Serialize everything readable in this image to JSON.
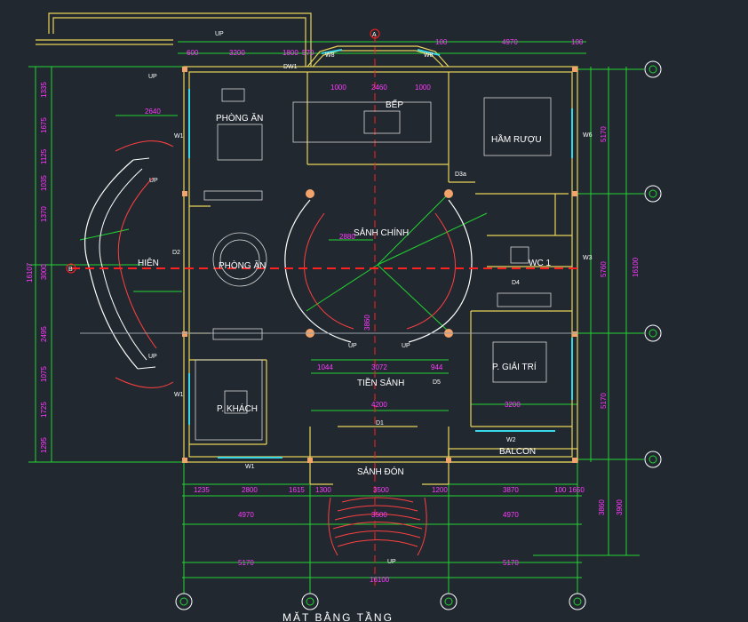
{
  "drawing": {
    "title": "MẶT BẰNG TẦNG",
    "rooms": {
      "phong_an_top": "PHÒNG ĂN",
      "bep": "BẾP",
      "ham_ruou": "HẦM RƯỢU",
      "sanh_chinh": "SẢNH CHÍNH",
      "hien": "HIÊN",
      "phong_an": "PHÒNG ĂN",
      "wc1": "WC 1",
      "p_giai_tri": "P. GIẢI TRÍ",
      "tien_sanh": "TIỀN SẢNH",
      "p_khach": "P. KHÁCH",
      "sanh_don": "SẢNH ĐÓN",
      "balcon": "BALCON"
    },
    "stair_labels": [
      "UP",
      "UP",
      "UP",
      "UP",
      "UP",
      "UP",
      "UP"
    ],
    "door_tags": [
      "D1",
      "D2",
      "D3a",
      "D4",
      "D5",
      "DW1"
    ],
    "window_tags": [
      "W1",
      "W1",
      "W1",
      "W2",
      "W3",
      "W6",
      "W8",
      "W8"
    ],
    "grid_marks": [
      "A",
      "B"
    ],
    "dims_bottom_1": [
      "1235",
      "2800",
      "1615",
      "1300",
      "3500",
      "1200",
      "3870",
      "100",
      "1650"
    ],
    "dims_bottom_2": [
      "4970",
      "4970"
    ],
    "dims_bottom_3": [
      "5170",
      "5170"
    ],
    "dims_bottom_total": "16100",
    "dims_top": [
      "600",
      "3200",
      "1800",
      "570",
      "1000",
      "2460",
      "1000",
      "100",
      "4970",
      "100"
    ],
    "dims_left": [
      "1335",
      "1675",
      "1125",
      "1035",
      "1370",
      "3000",
      "2495",
      "1075",
      "1725",
      "1295",
      "16107"
    ],
    "dims_right": [
      "5170",
      "5760",
      "5170",
      "3900",
      "3860",
      "16100"
    ],
    "dims_inner": [
      "2640",
      "2880",
      "3860",
      "1044",
      "3072",
      "944",
      "4200",
      "3200",
      "2460",
      "3500"
    ]
  }
}
